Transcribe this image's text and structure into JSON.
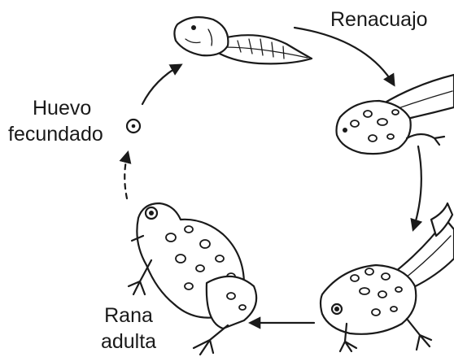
{
  "labels": {
    "tadpole": "Renacuajo",
    "egg_line1": "Huevo",
    "egg_line2": "fecundado",
    "adult_line1": "Rana",
    "adult_line2": "adulta"
  },
  "colors": {
    "ink": "#1a1a1a",
    "background": "#ffffff"
  }
}
